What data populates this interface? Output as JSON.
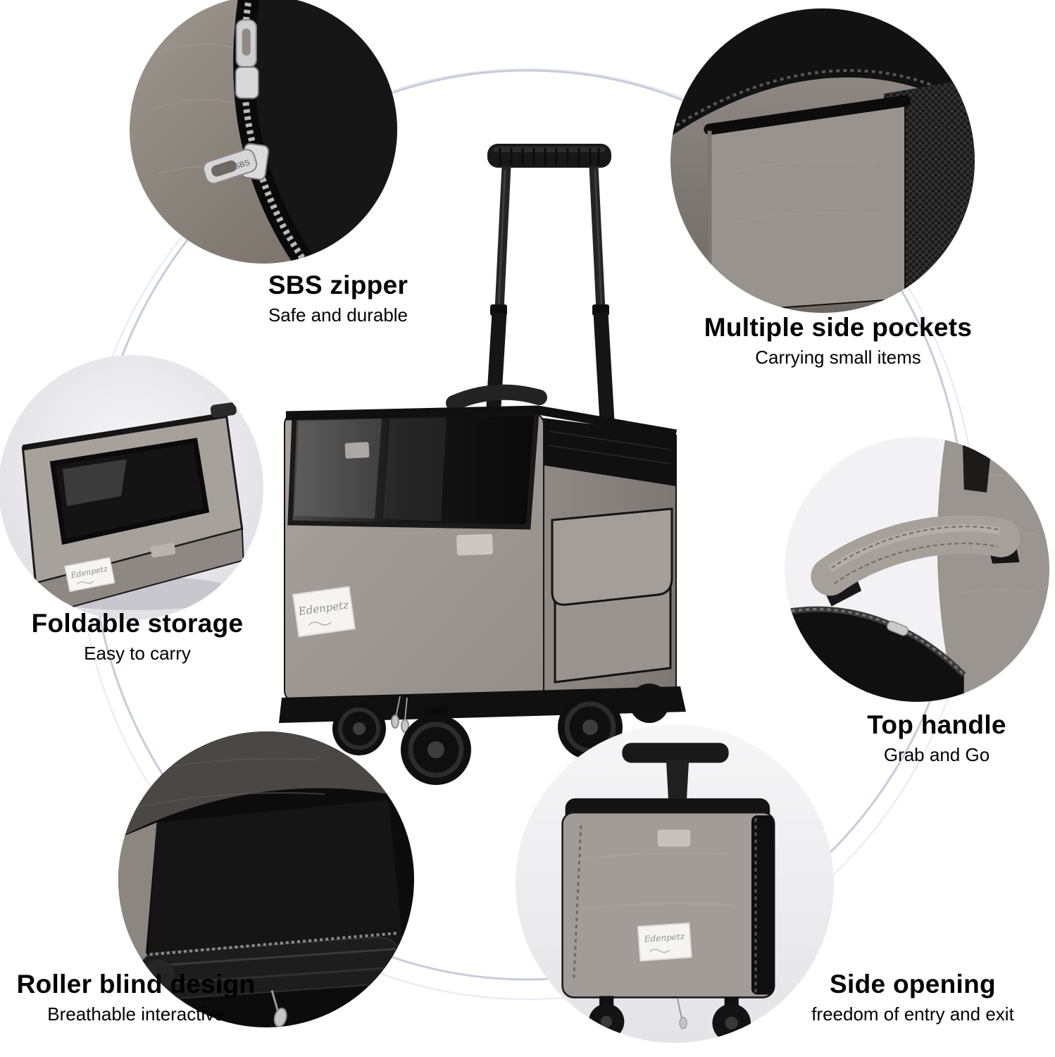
{
  "colors": {
    "background": "#ffffff",
    "connector_line": "#c7cbdb",
    "fabric_gray": "#a09a96",
    "fabric_dark": "#141414",
    "text": "#000000"
  },
  "features": [
    {
      "id": "sbs-zipper",
      "title": "SBS zipper",
      "subtitle": "Safe and durable"
    },
    {
      "id": "side-pockets",
      "title": "Multiple side pockets",
      "subtitle": "Carrying small items"
    },
    {
      "id": "foldable-storage",
      "title": "Foldable storage",
      "subtitle": "Easy to carry"
    },
    {
      "id": "top-handle",
      "title": "Top handle",
      "subtitle": "Grab and Go"
    },
    {
      "id": "roller-blind",
      "title": "Roller blind design",
      "subtitle": "Breathable interactive"
    },
    {
      "id": "side-opening",
      "title": "Side opening",
      "subtitle": "freedom of entry and exit"
    }
  ],
  "product": {
    "brand_label": "Edenpetz",
    "zipper_text": "SBS"
  }
}
